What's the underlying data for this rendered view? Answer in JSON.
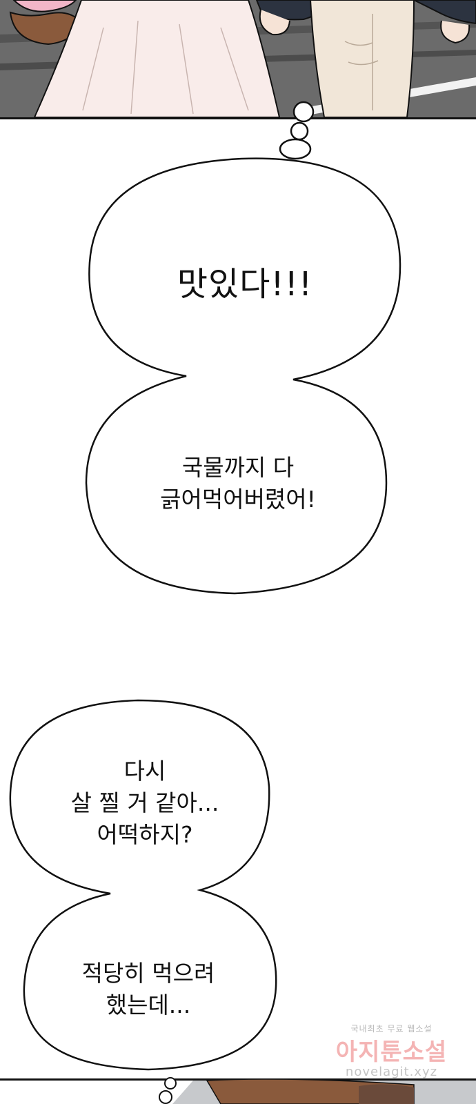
{
  "bubbles": {
    "b1_top": "맛있다!!!",
    "b1_bottom_line1": "국물까지 다",
    "b1_bottom_line2": "긁어먹어버렸어!",
    "b2_top_line1": "다시",
    "b2_top_line2": "살 찔 거 같아...",
    "b2_top_line3": "어떡하지?",
    "b2_bottom_line1": "적당히 먹으려",
    "b2_bottom_line2": "했는데..."
  },
  "watermark": {
    "top_line": "국내최초 무료 웹소설",
    "main": "아지툰소설",
    "url": "novelagit.xyz"
  },
  "colors": {
    "outline": "#111111",
    "skin": "#f6e3d6",
    "dress": "#f9ecea",
    "pants": "#f1e6d8",
    "street": "#5a5a5a",
    "hair": "#8a5a3c"
  }
}
